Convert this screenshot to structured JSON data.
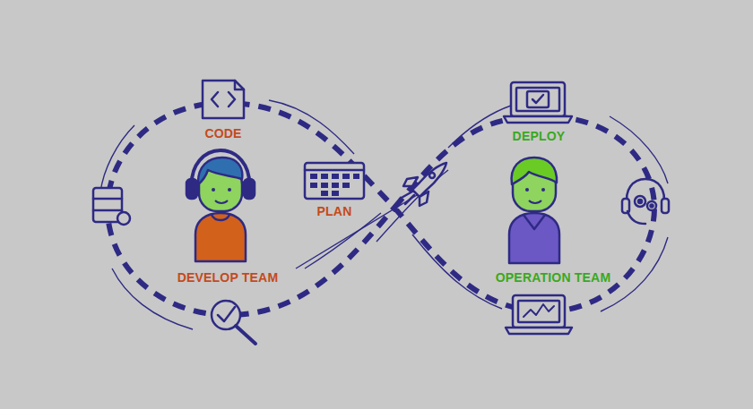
{
  "diagram": {
    "labels": [
      "CODE",
      "PLAN",
      "DEVELOP TEAM",
      "DEPLOY",
      "OPERATION TEAM"
    ]
  }
}
